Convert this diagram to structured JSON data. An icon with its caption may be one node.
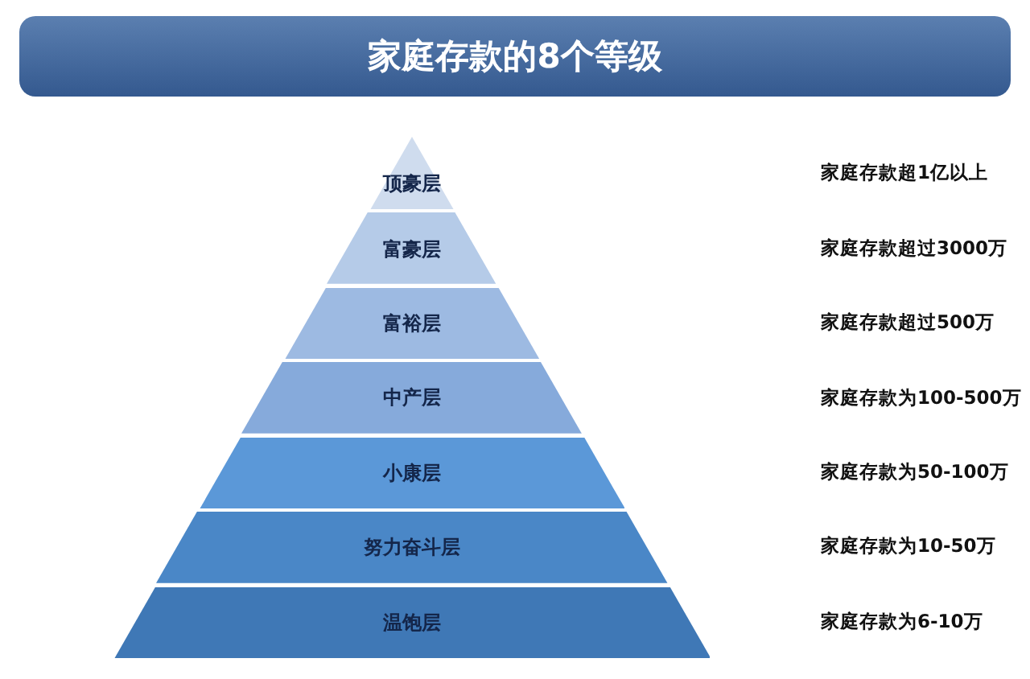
{
  "diagram": {
    "title": "家庭存款的8个等级",
    "nodes": [
      {
        "text": [
          "顶豪层"
        ]
      },
      {
        "text": [
          "富豪层"
        ]
      },
      {
        "text": [
          "富裕层"
        ]
      },
      {
        "text": [
          "中产层"
        ]
      },
      {
        "text": [
          "小康层"
        ]
      },
      {
        "text": [
          "努力奋斗层"
        ]
      },
      {
        "text": [
          "温饱层"
        ]
      }
    ],
    "labels": [
      "家庭存款超1亿以上",
      "家庭存款超过3000万",
      "家庭存款超过500万",
      "家庭存款为100-500万",
      "家庭存款为50-100万",
      "家庭存款为10-50万",
      "家庭存款为6-10万"
    ]
  }
}
